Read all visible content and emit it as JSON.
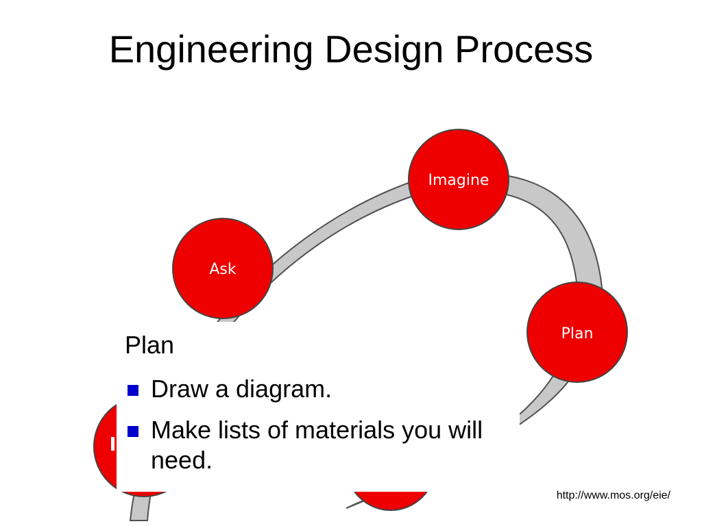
{
  "title": "Engineering Design Process",
  "steps": [
    {
      "label": "Ask"
    },
    {
      "label": "Imagine"
    },
    {
      "label": "Plan"
    }
  ],
  "text_box": {
    "heading": "Plan",
    "bullets": [
      "Draw a diagram.",
      "Make lists of materials you will need."
    ]
  },
  "source": "http://www.mos.org/eie/",
  "colors": {
    "circle": "#ee0000",
    "arc": "#c8c8c8",
    "bullet": "#0000cc"
  }
}
